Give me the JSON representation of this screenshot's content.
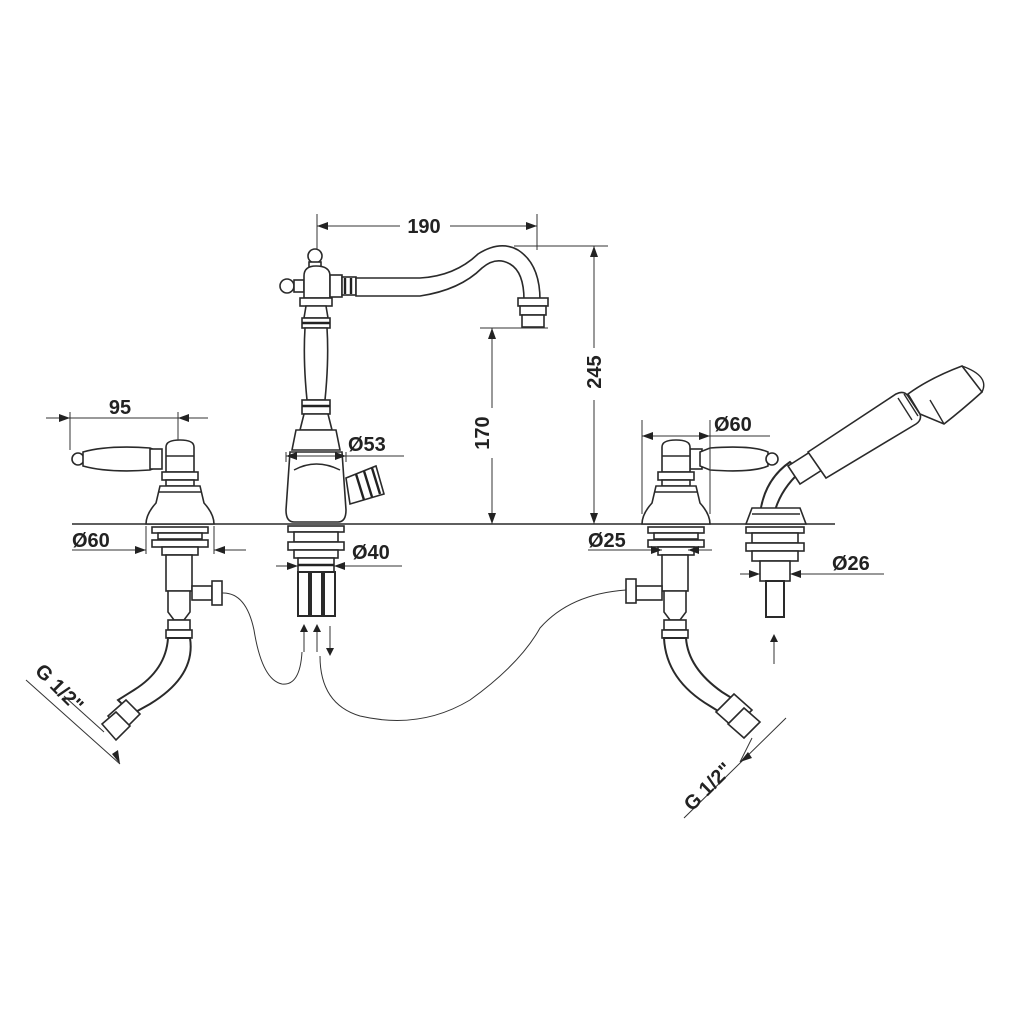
{
  "dimensions": {
    "spout_reach": "190",
    "total_height": "245",
    "spout_height": "170",
    "handle_spacing": "95",
    "mixer_body_diameter": "Ø53",
    "shank_diameter_mixer": "Ø40",
    "left_rosette_diameter": "Ø60",
    "right_rosette_diameter": "Ø60",
    "right_shank_diameter": "Ø25",
    "shower_shank_diameter": "Ø26",
    "left_connection_thread": "G 1/2\"",
    "right_connection_thread": "G 1/2\""
  },
  "colors": {
    "line": "#2a2a2a",
    "background": "#ffffff"
  }
}
